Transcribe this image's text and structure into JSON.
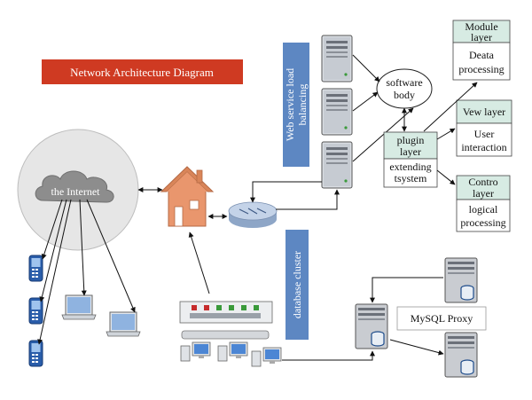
{
  "title": "Network Architecture Diagram",
  "colors": {
    "title_bg": "#cf3a22",
    "title_text": "#ffffff",
    "blue_banner": "#5d87c2",
    "box_header": "#d7ebe3",
    "box_border": "#444444",
    "internet_circle": "#e6e6e6",
    "cloud": "#8d8d8d",
    "house": "#e9966d",
    "router": "#b7c8e0",
    "server": "#cfd3d8",
    "phone": "#2e63b3",
    "monitor": "#7fa7d8"
  },
  "labels": {
    "internet": "the Internet",
    "web_lb_line1": "Web service load",
    "web_lb_line2": "balancing",
    "software_body_line1": "software",
    "software_body_line2": "body",
    "db_cluster": "database cluster",
    "mysql_proxy": "MySQL Proxy"
  },
  "boxes": {
    "plugin": {
      "header_line1": "plugin",
      "header_line2": "layer",
      "body_line1": "extending",
      "body_line2": "tsystem"
    },
    "module": {
      "header_line1": "Module",
      "header_line2": "layer",
      "body_line1": "Deata",
      "body_line2": "processing"
    },
    "view": {
      "header_line1": "Vew layer",
      "body_line1": "User",
      "body_line2": "interaction"
    },
    "control": {
      "header_line1": "Contro",
      "header_line2": "layer",
      "body_line1": "logical",
      "body_line2": "processing"
    }
  },
  "icons": {
    "house": "house-icon",
    "router": "router-icon",
    "server": "server-icon",
    "phone": "mobile-phone-icon",
    "laptop": "laptop-icon",
    "switch": "network-switch-icon",
    "desktop": "desktop-computer-icon",
    "cloud": "cloud-icon",
    "database": "database-icon"
  }
}
